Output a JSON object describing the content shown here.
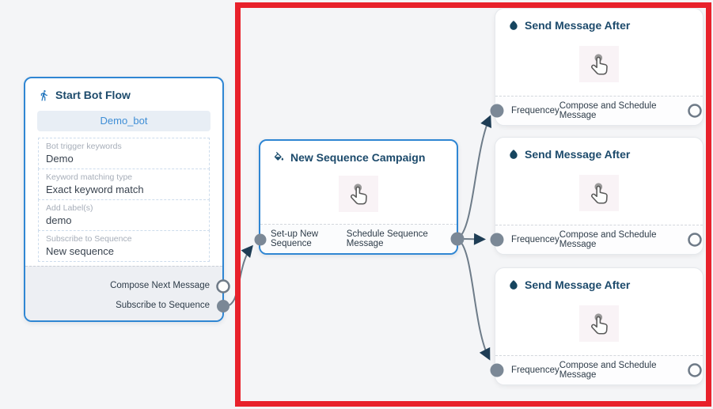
{
  "highlight": {
    "color": "#e8212b"
  },
  "icons": {
    "start": "walking-person-icon",
    "sequence": "paint-bucket-icon",
    "send": "water-drop-icon",
    "hand": "tap-hand-icon"
  },
  "start_node": {
    "title": "Start Bot Flow",
    "bot_name": "Demo_bot",
    "fields": [
      {
        "label": "Bot trigger keywords",
        "value": "Demo"
      },
      {
        "label": "Keyword matching type",
        "value": "Exact keyword match"
      },
      {
        "label": "Add Label(s)",
        "value": "demo"
      },
      {
        "label": "Subscribe to Sequence",
        "value": "New sequence"
      }
    ],
    "outputs": [
      {
        "label": "Compose Next Message"
      },
      {
        "label": "Subscribe to Sequence"
      }
    ]
  },
  "sequence_node": {
    "title": "New Sequence Campaign",
    "input_label": "Set-up New Sequence",
    "output_label": "Schedule Sequence Message"
  },
  "send_nodes": [
    {
      "title": "Send Message After",
      "input_label": "Frequencey",
      "output_label": "Compose and Schedule Message"
    },
    {
      "title": "Send Message After",
      "input_label": "Frequencey",
      "output_label": "Compose and Schedule Message"
    },
    {
      "title": "Send Message After",
      "input_label": "Frequencey",
      "output_label": "Compose and Schedule Message"
    }
  ]
}
